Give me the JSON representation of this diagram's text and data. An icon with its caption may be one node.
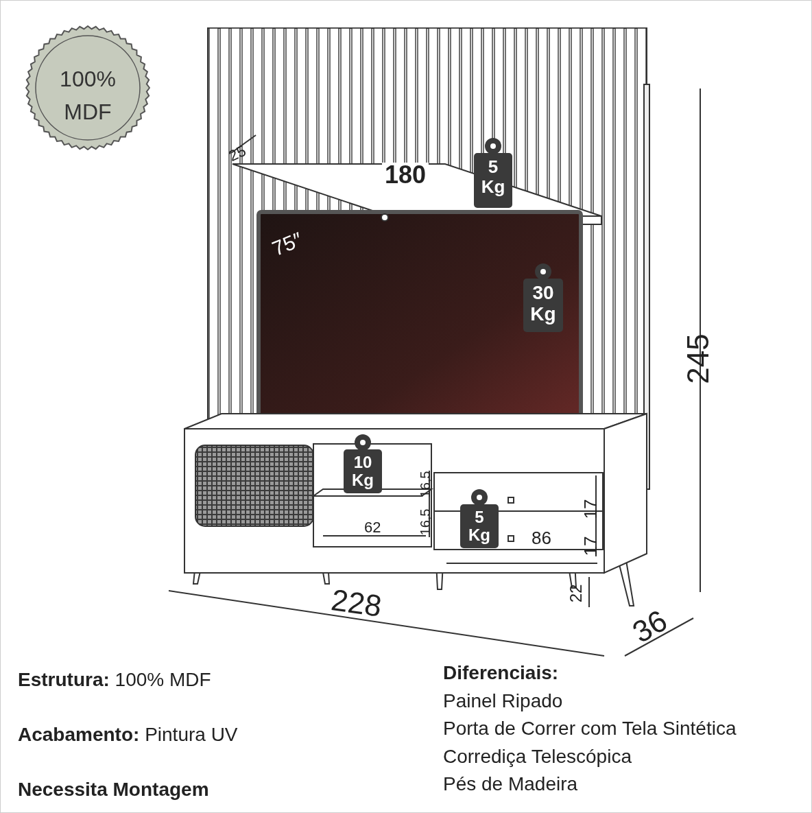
{
  "diagram": {
    "nodes": [
      {
        "text": [
          "100% MDF"
        ]
      },
      {
        "text": [
          "5 Kg"
        ]
      },
      {
        "text": [
          "30 Kg"
        ]
      },
      {
        "text": [
          "10 Kg"
        ]
      },
      {
        "text": [
          "5 Kg"
        ]
      }
    ],
    "labels": [
      "25",
      "180",
      "75″",
      "245",
      "16,5",
      "16,5",
      "62",
      "17",
      "17",
      "86",
      "228",
      "22",
      "36",
      "**Estrutura:** 100% MDF",
      "Diferenciais:",
      "Painel Ripado",
      "**Acabamento:** Pintura UV",
      "Porta de Correr com Tela Sintética",
      "Corrediça Telescópica",
      "Necessita Montagem",
      "Pés de Madeira"
    ]
  }
}
